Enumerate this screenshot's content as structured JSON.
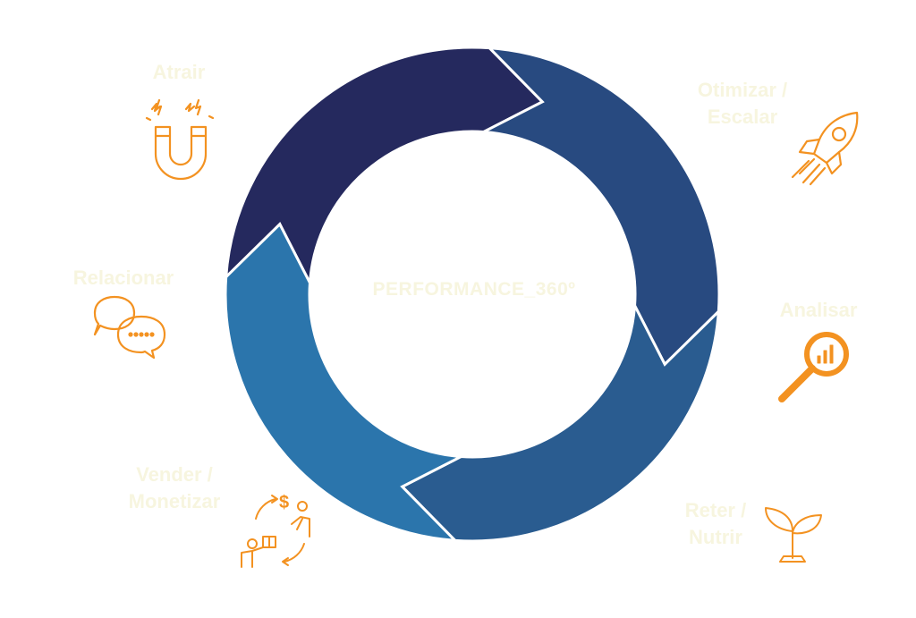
{
  "center": {
    "title": "PERFORMANCE_360º"
  },
  "colors": {
    "segment_top_left": "#25295e",
    "segment_right_upper": "#284a80",
    "segment_right_lower": "#2a5c90",
    "segment_left_lower": "#2b75ac",
    "icon_orange": "#f39221",
    "label_text": "#f7f5df",
    "separator": "#ffffff"
  },
  "stages": [
    {
      "id": "atrair",
      "lines": [
        "Atrair"
      ],
      "icon": "magnet-icon"
    },
    {
      "id": "otimizar",
      "lines": [
        "Otimizar /",
        "Escalar"
      ],
      "icon": "rocket-icon"
    },
    {
      "id": "analisar",
      "lines": [
        "Analisar"
      ],
      "icon": "magnifier-chart-icon"
    },
    {
      "id": "reter",
      "lines": [
        "Reter /",
        "Nutrir"
      ],
      "icon": "plant-icon"
    },
    {
      "id": "vender",
      "lines": [
        "Vender /",
        "Monetizar"
      ],
      "icon": "sales-exchange-icon"
    },
    {
      "id": "relacionar",
      "lines": [
        "Relacionar"
      ],
      "icon": "chat-bubbles-icon"
    }
  ]
}
